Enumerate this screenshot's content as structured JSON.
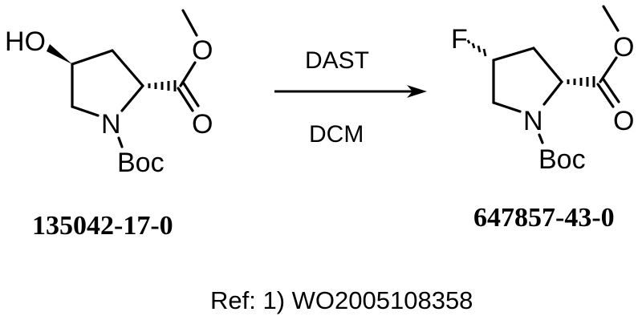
{
  "reaction": {
    "reagent_above_arrow": "DAST",
    "reagent_below_arrow": "DCM"
  },
  "starting_material": {
    "substituent_label": "HO",
    "ring_heteroatom": "N",
    "protecting_group": "Boc",
    "ester_oxygen": "O",
    "carbonyl_oxygen": "O",
    "cas_number": "135042-17-0"
  },
  "product": {
    "substituent_label": "F",
    "ring_heteroatom": "N",
    "protecting_group": "Boc",
    "ester_oxygen": "O",
    "carbonyl_oxygen": "O",
    "cas_number": "647857-43-0"
  },
  "reference": "Ref: 1) WO2005108358"
}
